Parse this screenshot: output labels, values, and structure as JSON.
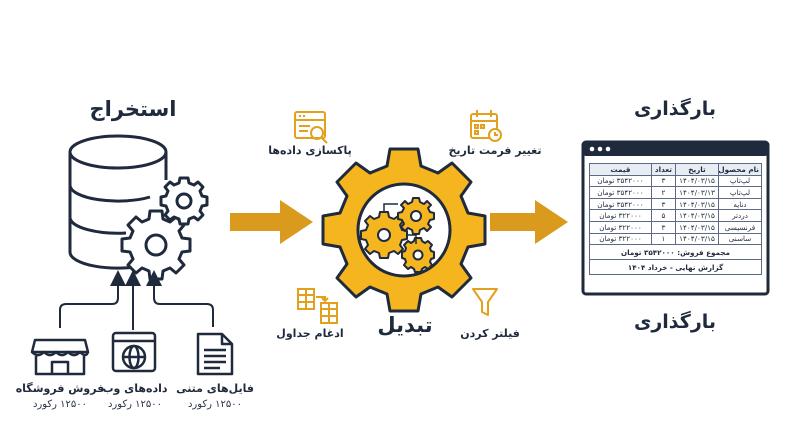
{
  "colors": {
    "navy": "#1f2a3d",
    "accent": "#e3a01d",
    "gear": "#f4b51e"
  },
  "extract": {
    "title": "استخراج",
    "sources": [
      {
        "name": "فروش فروشگاه",
        "count": "۱۲۵۰۰ رکورد",
        "icon": "storefront-icon"
      },
      {
        "name": "داده‌های وب",
        "count": "۱۲۵۰۰ رکورد",
        "icon": "web-globe-icon"
      },
      {
        "name": "فایل‌های متنی",
        "count": "۱۲۵۰۰ رکورد",
        "icon": "document-icon"
      }
    ]
  },
  "transform": {
    "title": "تبدیل",
    "operations": [
      {
        "label": "پاکسازی داده‌ها",
        "icon": "data-cleaning-icon"
      },
      {
        "label": "تغییر فرمت تاریخ",
        "icon": "calendar-icon"
      },
      {
        "label": "ادغام جداول",
        "icon": "merge-tables-icon"
      },
      {
        "label": "فیلتر کردن",
        "icon": "funnel-icon"
      }
    ]
  },
  "load": {
    "title_top": "بارگذاری",
    "title_bottom": "بارگذاری",
    "table": {
      "headers": [
        "نام محصول",
        "تاریخ",
        "تعداد",
        "قیمت"
      ],
      "rows": [
        [
          "لپ‌تاپ",
          "۱۴۰۴/۰۳/۱۵",
          "۳",
          "۳۵۴۲۰۰۰ تومان"
        ],
        [
          "لپ‌تاپ",
          "۱۴۰۴/۰۳/۱۳",
          "۲",
          "۳۵۴۲۰۰۰ تومان"
        ],
        [
          "دنایه",
          "۱۴۰۴/۰۳/۱۵",
          "۳",
          "۳۵۴۲۰۰۰ تومان"
        ],
        [
          "دردتر",
          "۱۴۰۴/۰۳/۱۵",
          "۵",
          "۳۲۲۰۰۰ تومان"
        ],
        [
          "فرنسیسی",
          "۱۴۰۴/۰۳/۱۵",
          "۳",
          "۳۲۲۰۰۰ تومان"
        ],
        [
          "ساسنی",
          "۱۴۰۴/۰۳/۱۵",
          "۱",
          "۳۲۲۰۰۰ تومان"
        ]
      ],
      "total": "مجموع فروش: ۳۵۴۲۰۰۰ تومان",
      "footer": "گزارش نهایی - خرداد ۱۴۰۴"
    }
  }
}
